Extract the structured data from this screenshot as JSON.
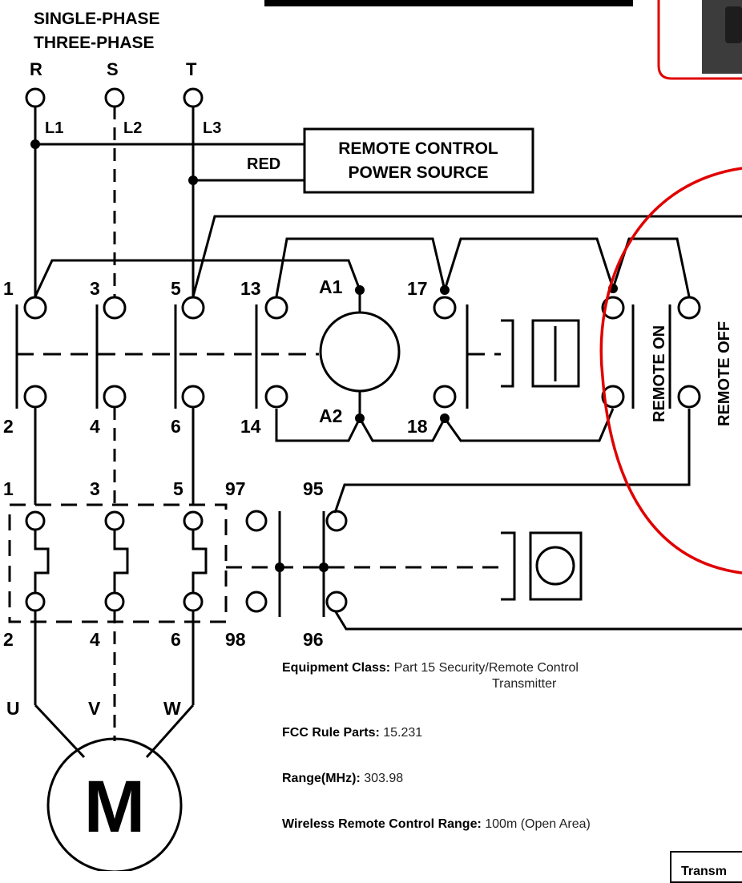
{
  "header": {
    "line1": "SINGLE-PHASE",
    "line2": "THREE-PHASE"
  },
  "phases": {
    "r": "R",
    "s": "S",
    "t": "T",
    "l1": "L1",
    "l2": "L2",
    "l3": "L3"
  },
  "remote_source": {
    "wire": "RED",
    "line1": "REMOTE CONTROL",
    "line2": "POWER SOURCE"
  },
  "contactor": {
    "top_terminals": [
      "1",
      "3",
      "5",
      "13"
    ],
    "bottom_terminals": [
      "2",
      "4",
      "6",
      "14"
    ],
    "coil_top": "A1",
    "coil_bottom": "A2",
    "aux_top": "17",
    "aux_bottom": "18"
  },
  "remote": {
    "on": "REMOTE ON",
    "off": "REMOTE OFF"
  },
  "overload": {
    "top_terminals": [
      "1",
      "3",
      "5",
      "97",
      "95"
    ],
    "bottom_terminals": [
      "2",
      "4",
      "6",
      "98",
      "96"
    ]
  },
  "motor": {
    "u": "U",
    "v": "V",
    "w": "W",
    "symbol": "M"
  },
  "info": {
    "equipment_class_label": "Equipment Class:",
    "equipment_class_value": "Part 15 Security/Remote Control",
    "equipment_class_cont": "Transmitter",
    "fcc_label": "FCC Rule Parts:",
    "fcc_value": "15.231",
    "range_label": "Range(MHz):",
    "range_value": "303.98",
    "wrc_label": "Wireless Remote Control Range:",
    "wrc_value": "100m (Open Area)"
  },
  "transmitter_box": "Transm",
  "colors": {
    "highlight": "#e00000",
    "line": "#000000"
  }
}
